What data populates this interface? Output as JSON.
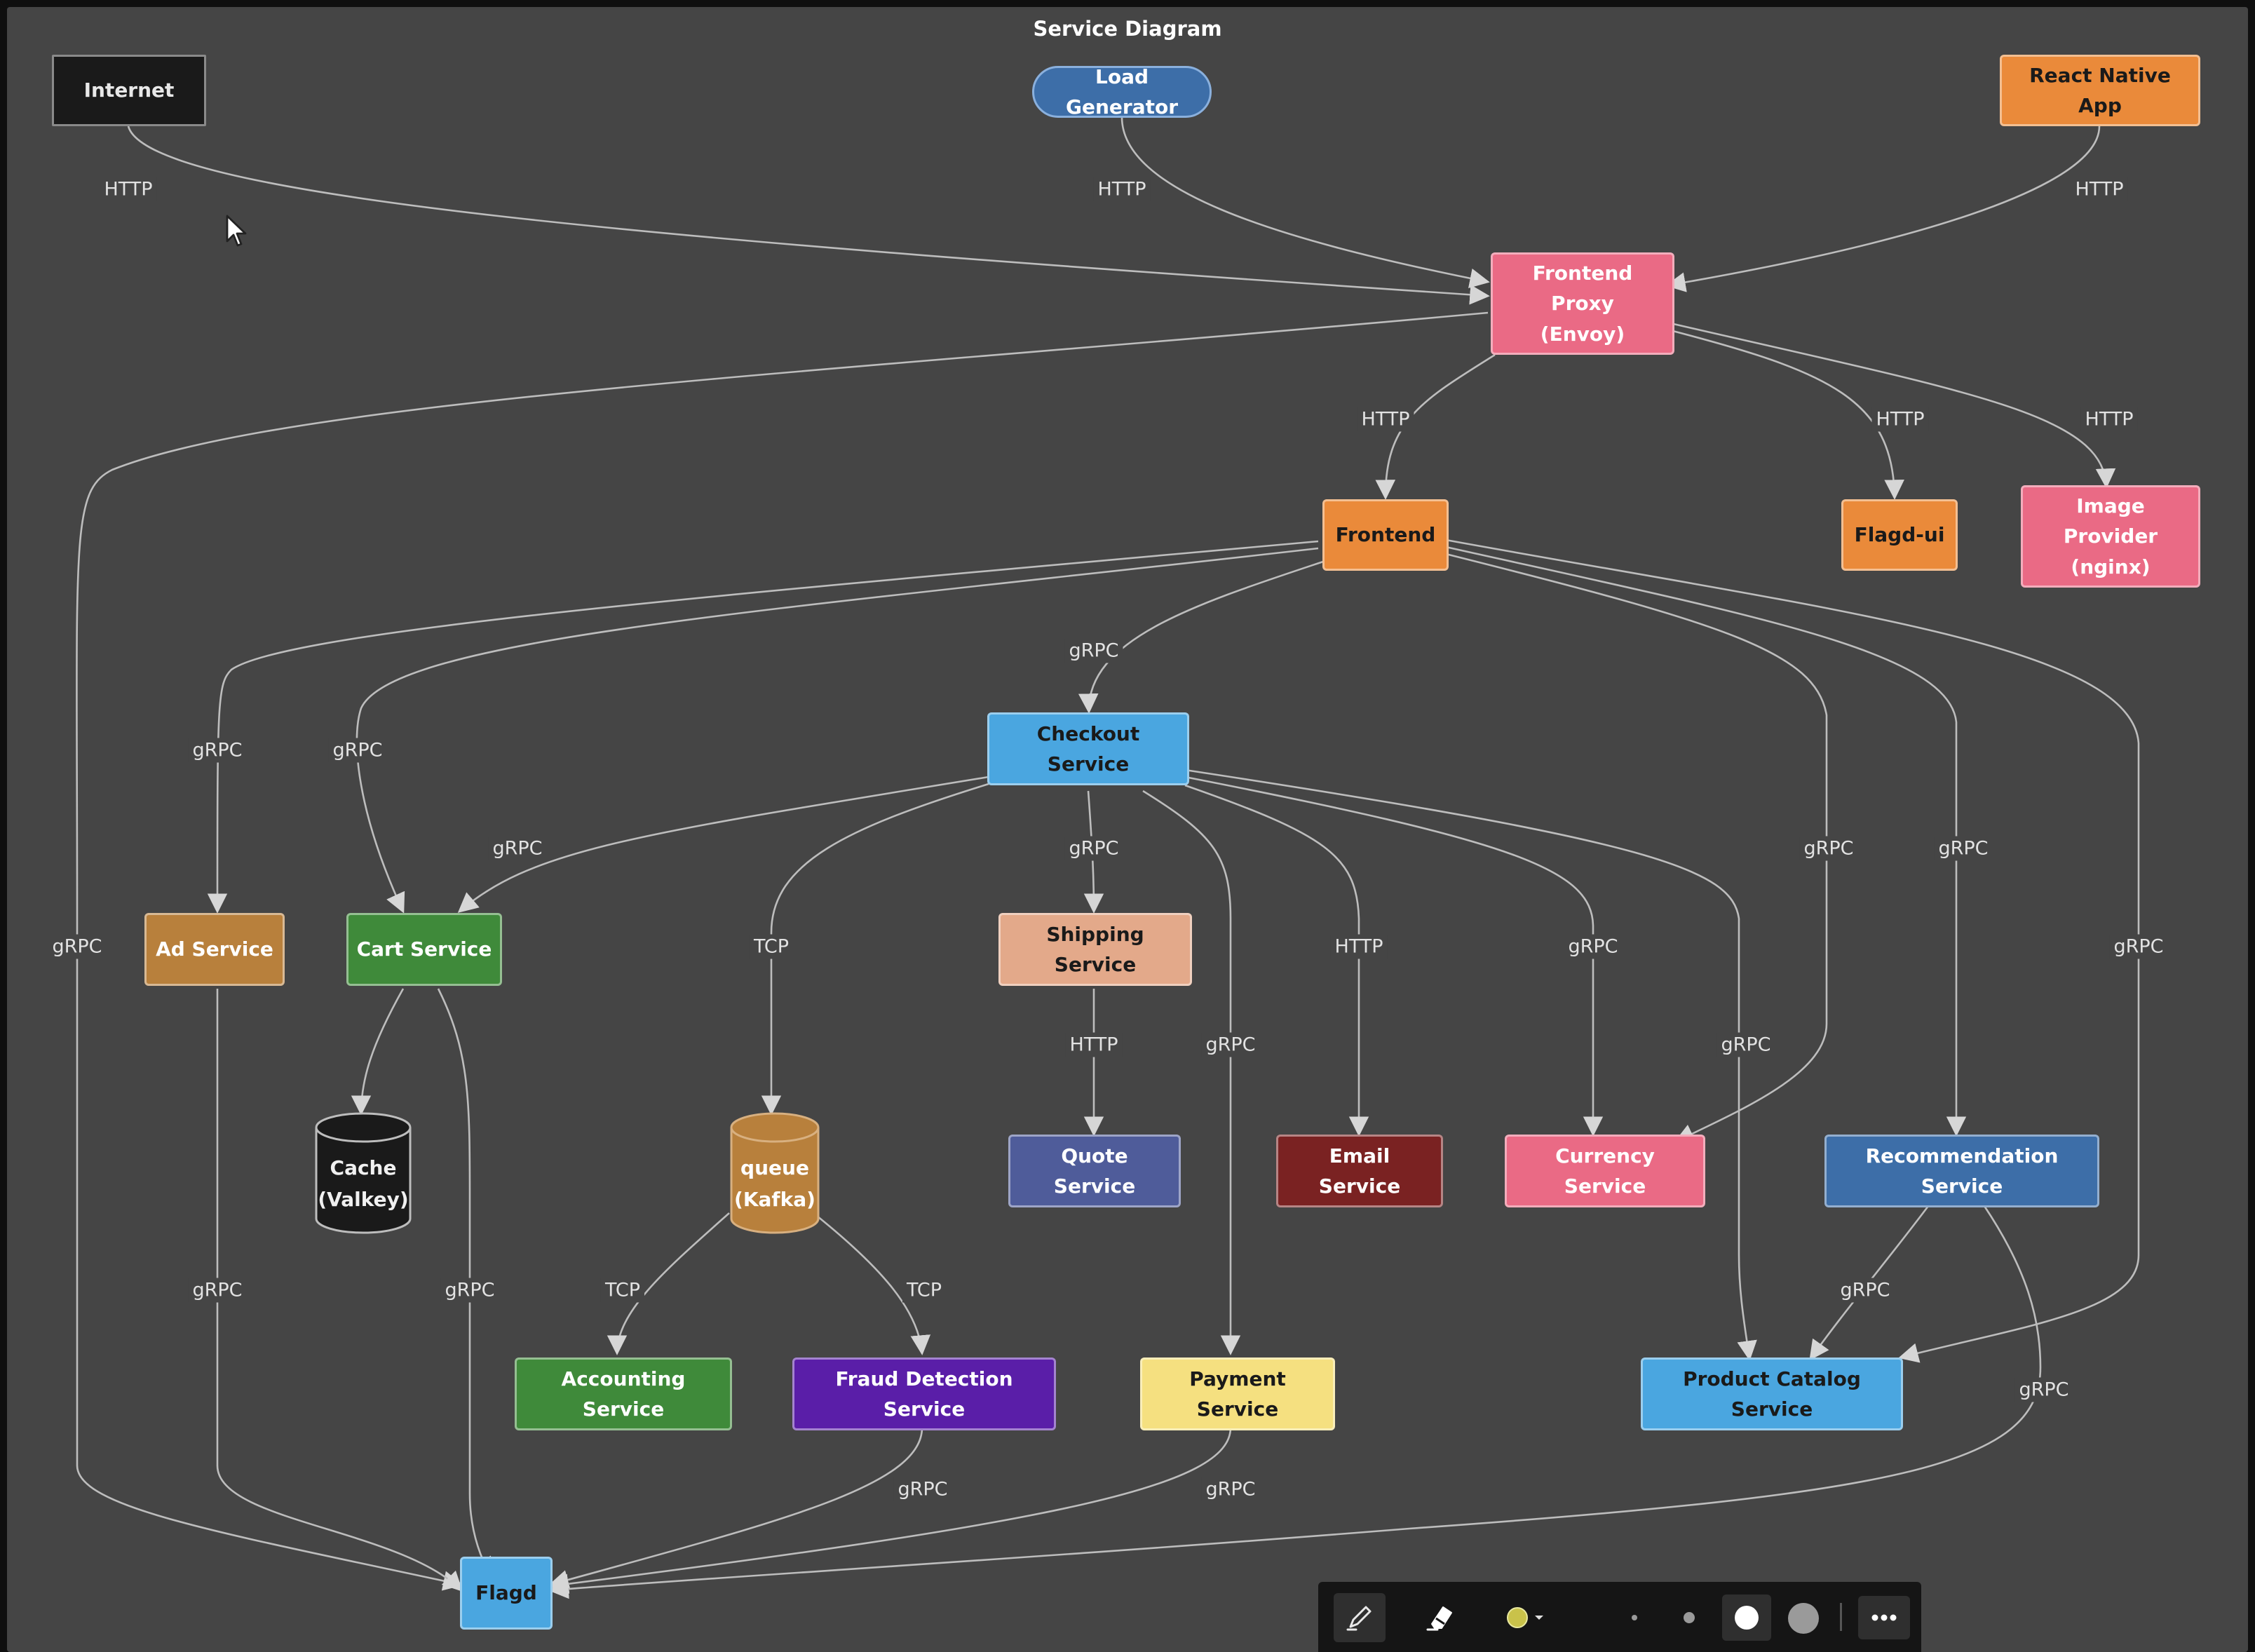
{
  "title": "Service Diagram",
  "nodes": {
    "internet": {
      "label": "Internet"
    },
    "load_generator": {
      "label": "Load Generator"
    },
    "react_native_app": {
      "label": "React Native App"
    },
    "frontend_proxy": {
      "label": "Frontend Proxy\n(Envoy)"
    },
    "frontend": {
      "label": "Frontend"
    },
    "flagd_ui": {
      "label": "Flagd-ui"
    },
    "image_provider": {
      "label": "Image Provider\n(nginx)"
    },
    "checkout_service": {
      "label": "Checkout Service"
    },
    "ad_service": {
      "label": "Ad Service"
    },
    "cart_service": {
      "label": "Cart Service"
    },
    "shipping_service": {
      "label": "Shipping Service"
    },
    "cache": {
      "label": "Cache\n(Valkey)"
    },
    "queue": {
      "label": "queue\n(Kafka)"
    },
    "quote_service": {
      "label": "Quote Service"
    },
    "email_service": {
      "label": "Email Service"
    },
    "currency_service": {
      "label": "Currency Service"
    },
    "recommendation_service": {
      "label": "Recommendation Service"
    },
    "accounting_service": {
      "label": "Accounting Service"
    },
    "fraud_detection_service": {
      "label": "Fraud Detection Service"
    },
    "payment_service": {
      "label": "Payment Service"
    },
    "product_catalog_service": {
      "label": "Product Catalog Service"
    },
    "flagd": {
      "label": "Flagd"
    }
  },
  "edges": [
    {
      "from": "Internet",
      "to": "Frontend Proxy (Envoy)",
      "protocol": "HTTP"
    },
    {
      "from": "Load Generator",
      "to": "Frontend Proxy (Envoy)",
      "protocol": "HTTP"
    },
    {
      "from": "React Native App",
      "to": "Frontend Proxy (Envoy)",
      "protocol": "HTTP"
    },
    {
      "from": "Frontend Proxy (Envoy)",
      "to": "Frontend",
      "protocol": "HTTP"
    },
    {
      "from": "Frontend Proxy (Envoy)",
      "to": "Flagd-ui",
      "protocol": "HTTP"
    },
    {
      "from": "Frontend Proxy (Envoy)",
      "to": "Image Provider (nginx)",
      "protocol": "HTTP"
    },
    {
      "from": "Frontend Proxy (Envoy)",
      "to": "Flagd",
      "protocol": "gRPC"
    },
    {
      "from": "Frontend",
      "to": "Checkout Service",
      "protocol": "gRPC"
    },
    {
      "from": "Frontend",
      "to": "Ad Service",
      "protocol": "gRPC"
    },
    {
      "from": "Frontend",
      "to": "Cart Service",
      "protocol": "gRPC"
    },
    {
      "from": "Frontend",
      "to": "Currency Service",
      "protocol": "gRPC"
    },
    {
      "from": "Frontend",
      "to": "Recommendation Service",
      "protocol": "gRPC"
    },
    {
      "from": "Frontend",
      "to": "Product Catalog Service",
      "protocol": "gRPC"
    },
    {
      "from": "Checkout Service",
      "to": "Cart Service",
      "protocol": "gRPC"
    },
    {
      "from": "Checkout Service",
      "to": "queue (Kafka)",
      "protocol": "TCP"
    },
    {
      "from": "Checkout Service",
      "to": "Shipping Service",
      "protocol": "gRPC"
    },
    {
      "from": "Checkout Service",
      "to": "Payment Service",
      "protocol": "gRPC"
    },
    {
      "from": "Checkout Service",
      "to": "Email Service",
      "protocol": "HTTP"
    },
    {
      "from": "Checkout Service",
      "to": "Currency Service",
      "protocol": "gRPC"
    },
    {
      "from": "Checkout Service",
      "to": "Product Catalog Service",
      "protocol": "gRPC"
    },
    {
      "from": "Shipping Service",
      "to": "Quote Service",
      "protocol": "HTTP"
    },
    {
      "from": "Cart Service",
      "to": "Cache (Valkey)",
      "protocol": ""
    },
    {
      "from": "Cart Service",
      "to": "Flagd",
      "protocol": "gRPC"
    },
    {
      "from": "Ad Service",
      "to": "Flagd",
      "protocol": "gRPC"
    },
    {
      "from": "queue (Kafka)",
      "to": "Accounting Service",
      "protocol": "TCP"
    },
    {
      "from": "queue (Kafka)",
      "to": "Fraud Detection Service",
      "protocol": "TCP"
    },
    {
      "from": "Fraud Detection Service",
      "to": "Flagd",
      "protocol": "gRPC"
    },
    {
      "from": "Payment Service",
      "to": "Flagd",
      "protocol": "gRPC"
    },
    {
      "from": "Recommendation Service",
      "to": "Product Catalog Service",
      "protocol": "gRPC"
    },
    {
      "from": "Recommendation Service",
      "to": "Flagd",
      "protocol": "gRPC"
    }
  ],
  "colors": {
    "canvas": "#454545",
    "edge": "#bdbdbd",
    "orange": "#ea8a3a",
    "pink": "#ea6a85",
    "blue": "#4aa6e0",
    "steel_blue": "#3d6ea8",
    "green": "#3f8a3a",
    "brown_gold": "#b8803c",
    "salmon": "#e3a98a",
    "slate": "#4f5c9a",
    "maroon": "#7a2222",
    "purple": "#5a1ea8",
    "yellow": "#f5e080",
    "black": "#1a1a1a"
  },
  "toolbar": {
    "icons": [
      "pen-icon",
      "eraser-icon",
      "color-swatch-icon",
      "dropdown-caret-icon",
      "stroke-size-1-icon",
      "stroke-size-2-icon",
      "stroke-size-3-icon",
      "stroke-size-4-icon",
      "more-icon"
    ],
    "selected_color": "#c9c24a"
  },
  "cursor": "pointer-arrow-icon"
}
